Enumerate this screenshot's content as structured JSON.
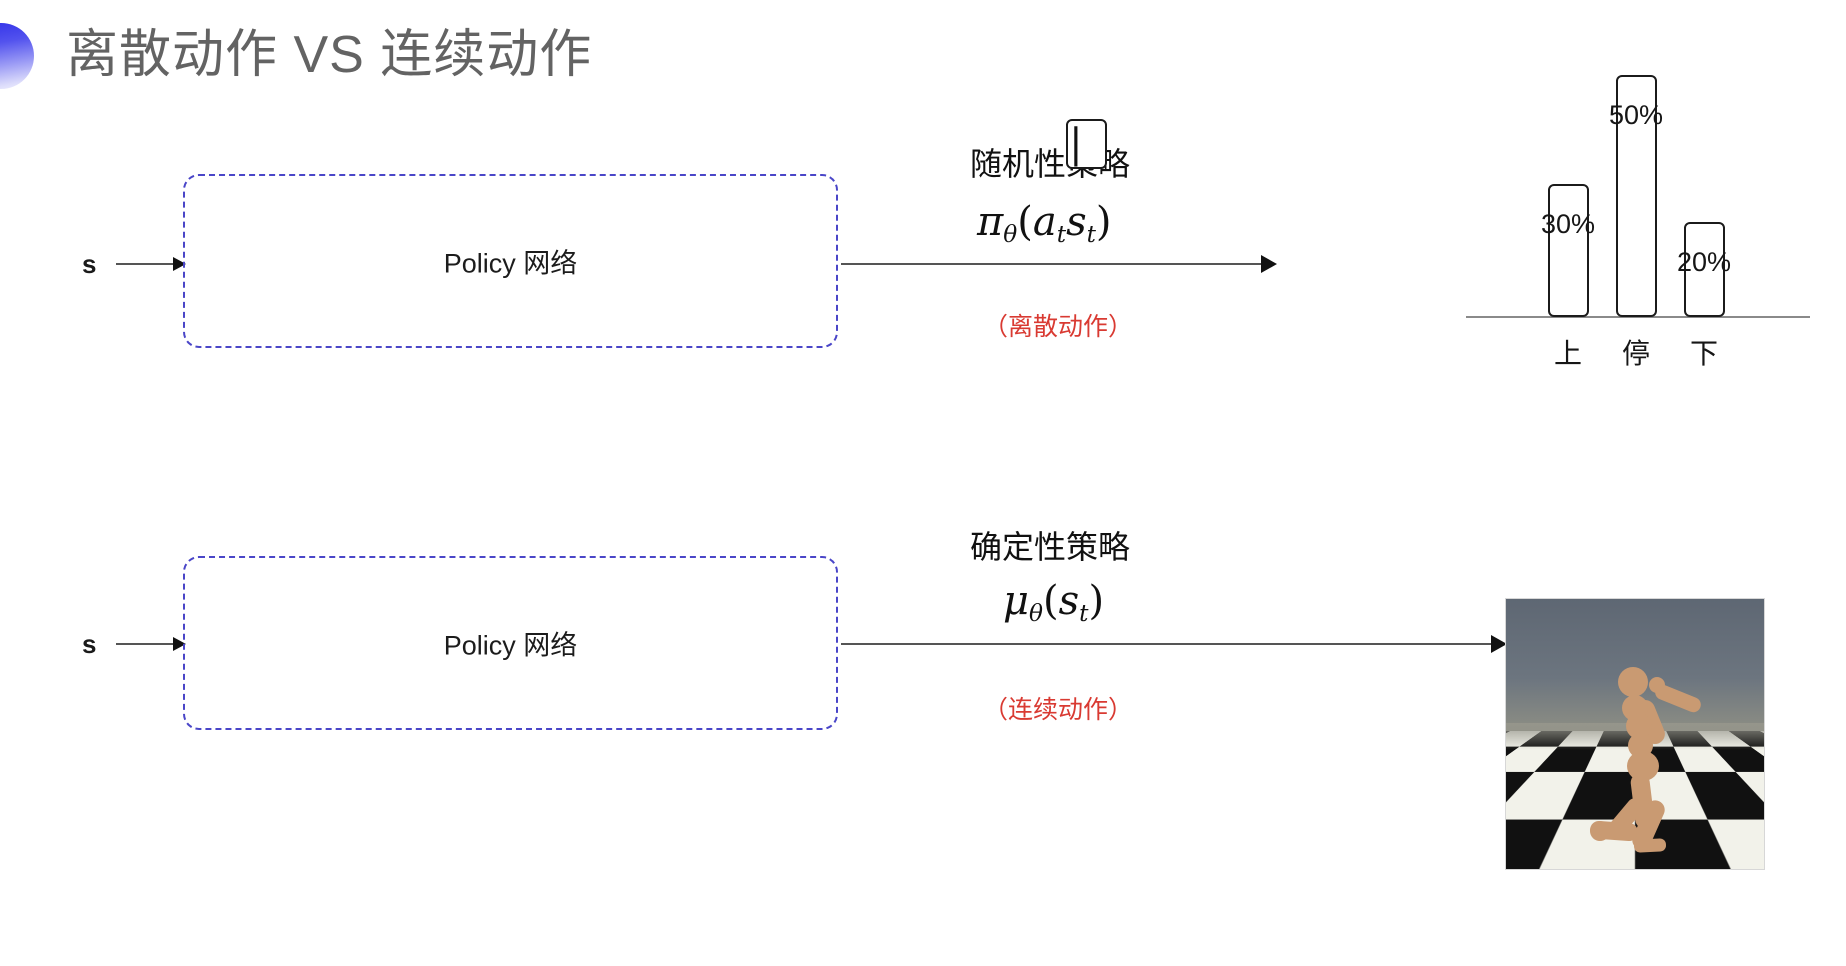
{
  "slide": {
    "title": "离散动作 VS 连续动作",
    "background_color": "#ffffff",
    "title_color": "#636363",
    "accent_color": "#4a46c8",
    "note_color": "#d93a32"
  },
  "rows": [
    {
      "id": "discrete",
      "state_label": "s",
      "box_label": "Policy 网络",
      "policy_caption": "随机性策略",
      "policy_formula": "πθ(aₜ|sₜ)",
      "formula_parts": {
        "symbol": "π",
        "subscript": "θ",
        "open": "(",
        "arg1": "a",
        "arg1_sub": "t",
        "bar": "|",
        "arg2": "s",
        "arg2_sub": "t",
        "close": ")"
      },
      "action_note": "（离散动作）",
      "output_kind": "bar-chart"
    },
    {
      "id": "continuous",
      "state_label": "s",
      "box_label": "Policy 网络",
      "policy_caption": "确定性策略",
      "policy_formula": "μθ(sₜ)",
      "formula_parts": {
        "symbol": "μ",
        "subscript": "θ",
        "open": "(",
        "arg1": "s",
        "arg1_sub": "t",
        "close": ")"
      },
      "action_note": "（连续动作）",
      "output_kind": "humanoid-sim"
    }
  ],
  "chart_data": {
    "type": "bar",
    "title": "",
    "xlabel": "",
    "ylabel": "",
    "categories": [
      "上",
      "停",
      "下"
    ],
    "values": [
      30,
      50,
      20
    ],
    "value_labels": [
      "30%",
      "50%",
      "20%"
    ],
    "ylim": [
      0,
      55
    ],
    "grid": false,
    "legend": "none",
    "bar_style": "outline",
    "bar_fill": "#ffffff",
    "bar_stroke": "#1b1b1b"
  },
  "humanoid": {
    "alt_name": "MuJoCo Humanoid 仿真画面",
    "sky_color": "#6c757f",
    "body_color": "#c99a72",
    "floor_pattern": "checkerboard"
  }
}
